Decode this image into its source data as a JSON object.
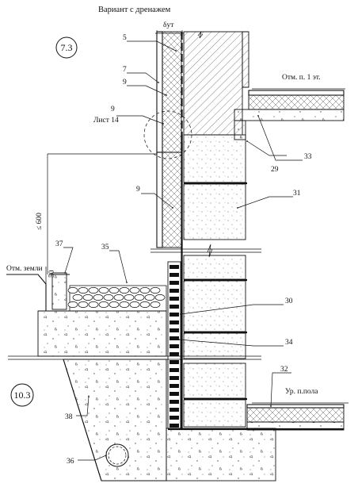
{
  "title": "Вариант с дренажем",
  "detail_refs": {
    "top": "7.3",
    "bottom": "10.3"
  },
  "dimensions": {
    "thickness": "δут",
    "height": "≤ 600",
    "offset": "50"
  },
  "levels": {
    "first_floor": "Отм. п. 1 эт.",
    "ground": "Отм. земли",
    "floor": "Ур. п.пола"
  },
  "sheet_ref": {
    "number": "9",
    "sheet": "Лист 14"
  },
  "callouts": {
    "c5": "5",
    "c7": "7",
    "c9a": "9",
    "c9b": "9",
    "c29": "29",
    "c30": "30",
    "c31": "31",
    "c32": "32",
    "c33": "33",
    "c34": "34",
    "c35": "35",
    "c36": "36",
    "c37": "37",
    "c38": "38"
  }
}
